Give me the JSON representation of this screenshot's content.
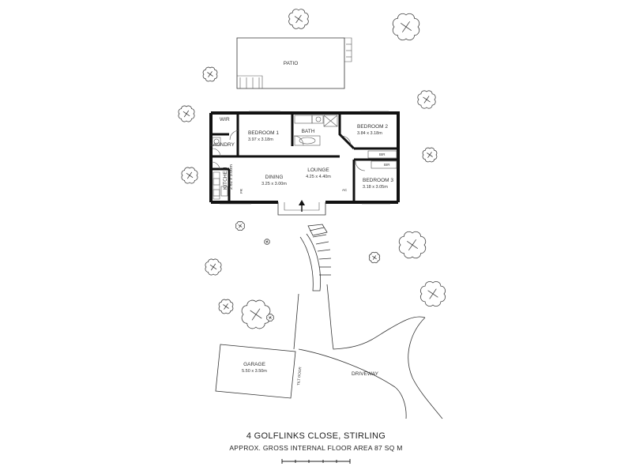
{
  "plan": {
    "rooms": {
      "patio": {
        "name": "PATIO"
      },
      "bedroom1": {
        "name": "BEDROOM 1",
        "size": "3.97 x 3.18m"
      },
      "wir": {
        "name": "WIR"
      },
      "bath": {
        "name": "BATH"
      },
      "bedroom2": {
        "name": "BEDROOM 2",
        "size": "3.84 x 3.18m"
      },
      "br1": {
        "name": "BIR"
      },
      "br2": {
        "name": "BIR"
      },
      "laundry": {
        "name": "LAUNDRY"
      },
      "kitchen": {
        "name": "KITCHEN",
        "size": "2.61 x 3.00m"
      },
      "fr": {
        "name": "FR"
      },
      "dining": {
        "name": "DINING",
        "size": "3.25 x 3.00m"
      },
      "lounge": {
        "name": "LOUNGE",
        "size": "4.25 x 4.40m"
      },
      "ac": {
        "name": "AC"
      },
      "bedroom3": {
        "name": "BEDROOM 3",
        "size": "3.18 x 3.05m"
      },
      "garage": {
        "name": "GARAGE",
        "size": "5.50 x 3.50m"
      },
      "tiltdoor": {
        "name": "TILT DOOR"
      },
      "driveway": {
        "name": "DRIVEWAY"
      }
    }
  },
  "caption": {
    "address": "4 GOLFLINKS CLOSE, STIRLING",
    "area": "APPROX. GROSS INTERNAL FLOOR AREA  87 SQ M"
  },
  "colors": {
    "wall": "#111111",
    "line": "#333333",
    "background": "#ffffff"
  },
  "icons": [
    "tree-icon",
    "entry-arrow-icon",
    "scale-bar"
  ]
}
